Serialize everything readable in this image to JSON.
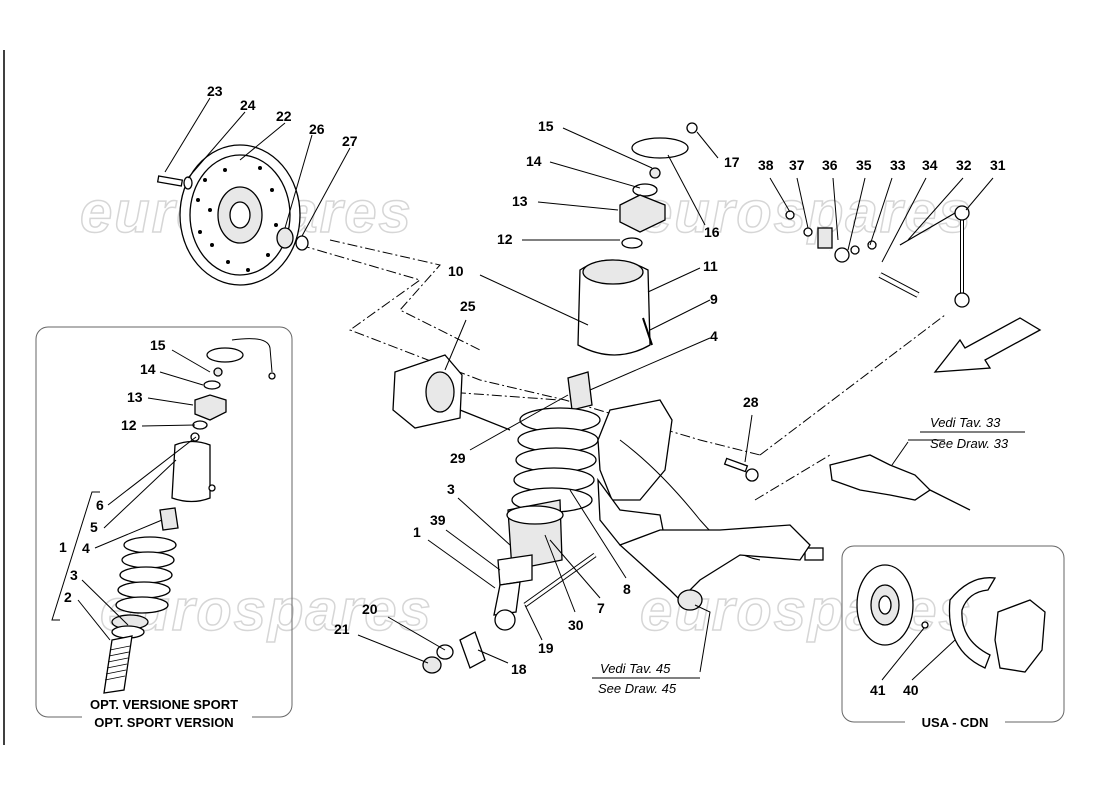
{
  "watermark": [
    "eurospares",
    "eurospares",
    "eurospares",
    "eurospares"
  ],
  "callouts": {
    "n23": "23",
    "n24": "24",
    "n22": "22",
    "n26": "26",
    "n27": "27",
    "n15": "15",
    "n14": "14",
    "n13": "13",
    "n12": "12",
    "n10": "10",
    "n11": "11",
    "n9": "9",
    "n4": "4",
    "n17": "17",
    "n16": "16",
    "n38": "38",
    "n37": "37",
    "n36": "36",
    "n35": "35",
    "n33": "33",
    "n34": "34",
    "n32": "32",
    "n31": "31",
    "n25": "25",
    "n29": "29",
    "n28": "28",
    "n3": "3",
    "n39": "39",
    "n1": "1",
    "n8": "8",
    "n7": "7",
    "n30": "30",
    "n19": "19",
    "n20": "20",
    "n21": "21",
    "n18": "18",
    "n41": "41",
    "n40": "40"
  },
  "sport_box": {
    "callouts": {
      "n15": "15",
      "n14": "14",
      "n13": "13",
      "n12": "12",
      "n6": "6",
      "n5": "5",
      "n4": "4",
      "n1": "1",
      "n3": "3",
      "n2": "2"
    },
    "label_line1": "OPT. VERSIONE SPORT",
    "label_line2": "OPT. SPORT VERSION"
  },
  "usa_box": {
    "label": "USA - CDN"
  },
  "refs": {
    "draw33_it": "Vedi Tav. 33",
    "draw33_en": "See Draw. 33",
    "draw45_it": "Vedi Tav. 45",
    "draw45_en": "See Draw. 45"
  }
}
